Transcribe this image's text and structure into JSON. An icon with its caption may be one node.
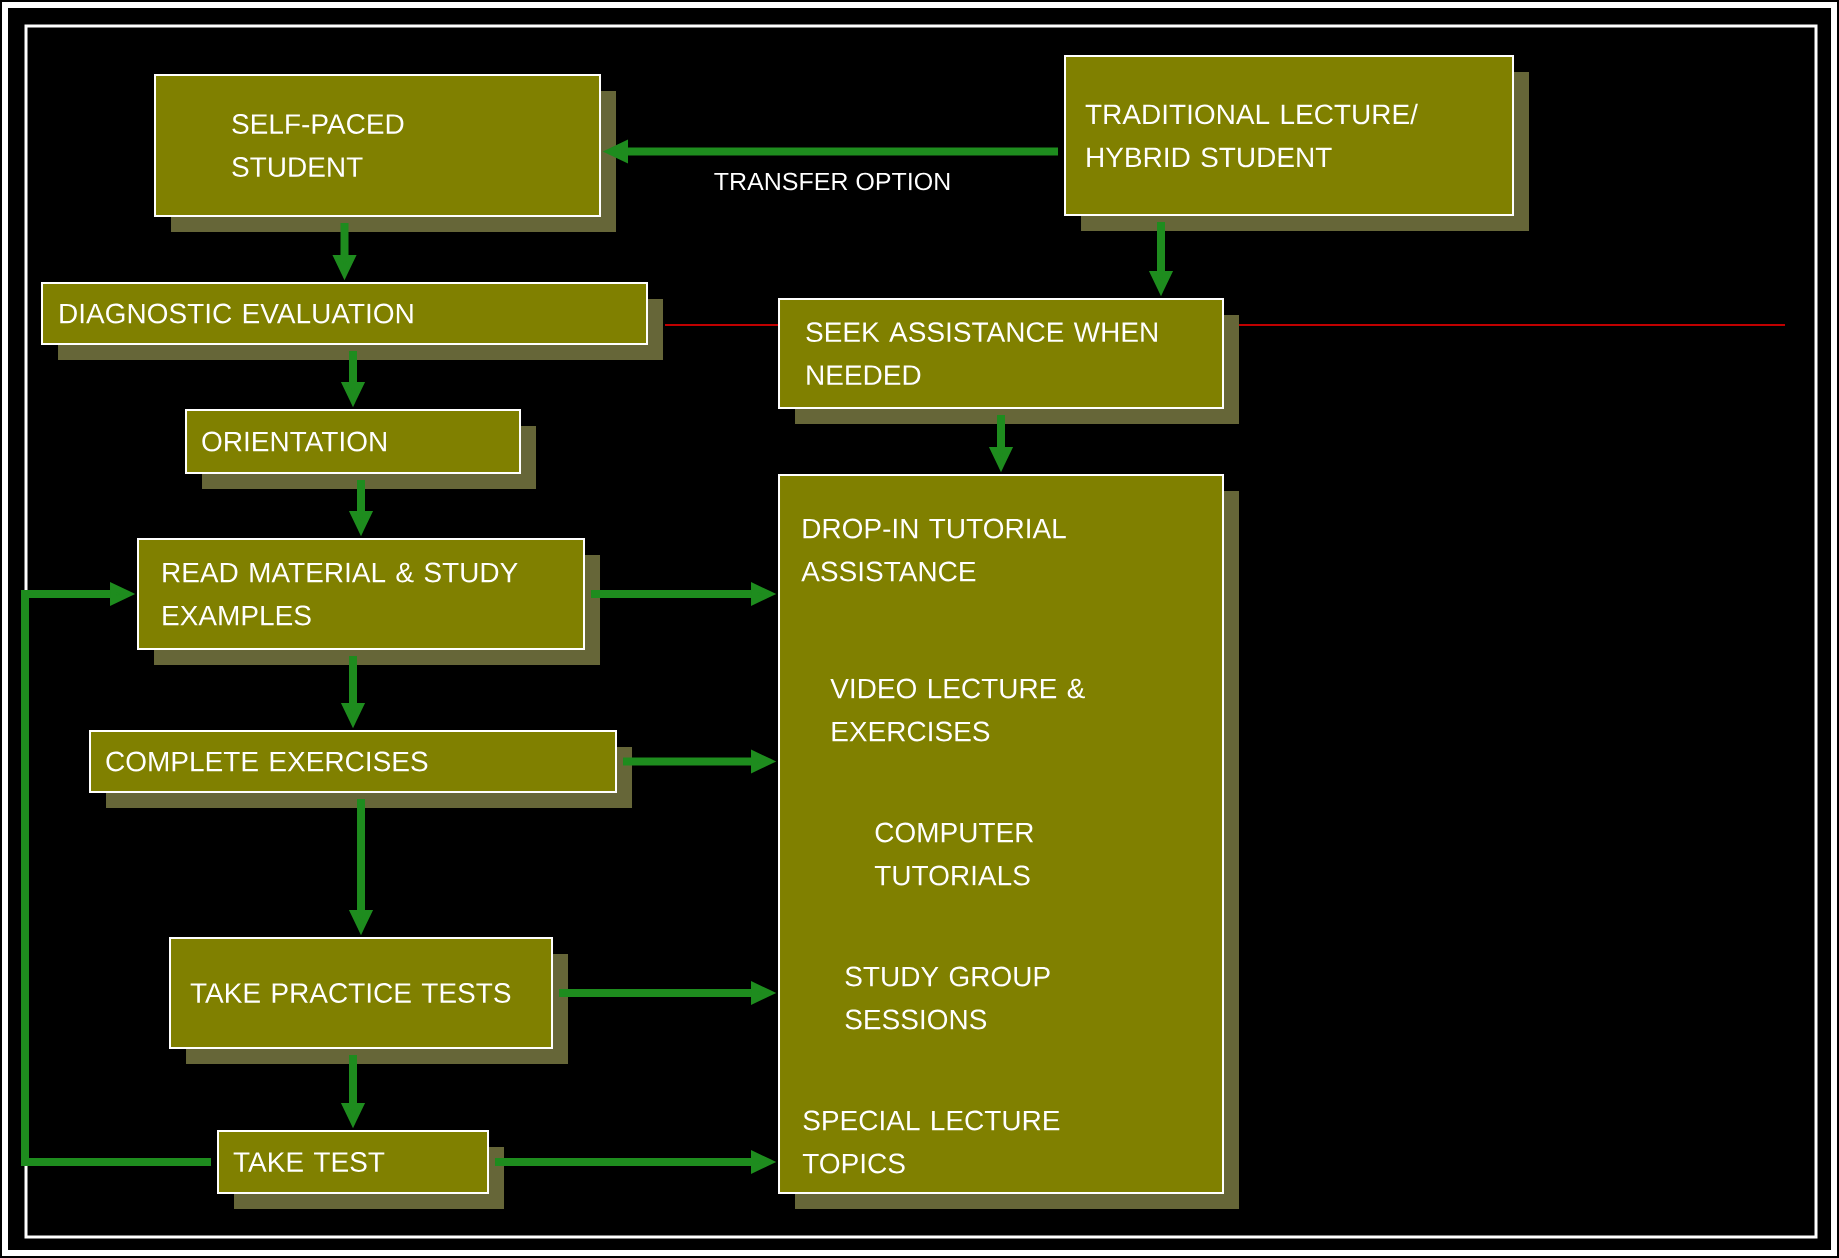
{
  "diagram": {
    "nodes": [
      {
        "text": [
          "SELF-PACED STUDENT"
        ]
      },
      {
        "text": [
          "TRADITIONAL LECTURE/ HYBRID STUDENT"
        ]
      },
      {
        "text": [
          "DIAGNOSTIC EVALUATION"
        ]
      },
      {
        "text": [
          "SEEK ASSISTANCE WHEN NEEDED"
        ]
      },
      {
        "text": [
          "ORIENTATION"
        ]
      },
      {
        "text": [
          "DROP-IN TUTORIAL ASSISTANCE",
          "VIDEO LECTURE & EXERCISES",
          "COMPUTER TUTORIALS",
          "STUDY GROUP SESSIONS",
          "SPECIAL LECTURE TOPICS"
        ]
      },
      {
        "text": [
          "READ MATERIAL & STUDY EXAMPLES"
        ]
      },
      {
        "text": [
          "COMPLETE EXERCISES"
        ]
      },
      {
        "text": [
          "TAKE PRACTICE TESTS"
        ]
      },
      {
        "text": [
          "TAKE TEST"
        ]
      }
    ],
    "edges": [
      {
        "from": 1,
        "to": 0,
        "arrow": "to",
        "label": "TRANSFER OPTION"
      },
      {
        "from": 0,
        "to": 2,
        "arrow": "to"
      },
      {
        "from": 1,
        "to": 3,
        "arrow": "to"
      },
      {
        "from": 2,
        "to": 4,
        "arrow": "to"
      },
      {
        "from": 3,
        "to": 5,
        "arrow": "to"
      },
      {
        "from": 4,
        "to": 6,
        "arrow": "to"
      },
      {
        "from": 6,
        "to": 5,
        "arrow": "to"
      },
      {
        "from": 6,
        "to": 7,
        "arrow": "to"
      },
      {
        "from": 7,
        "to": 5,
        "arrow": "to"
      },
      {
        "from": 7,
        "to": 8,
        "arrow": "to"
      },
      {
        "from": 8,
        "to": 5,
        "arrow": "to"
      },
      {
        "from": 8,
        "to": 9,
        "arrow": "to"
      },
      {
        "from": 9,
        "to": 5,
        "arrow": "to"
      },
      {
        "from": 9,
        "to": 6,
        "arrow": "to"
      }
    ]
  }
}
